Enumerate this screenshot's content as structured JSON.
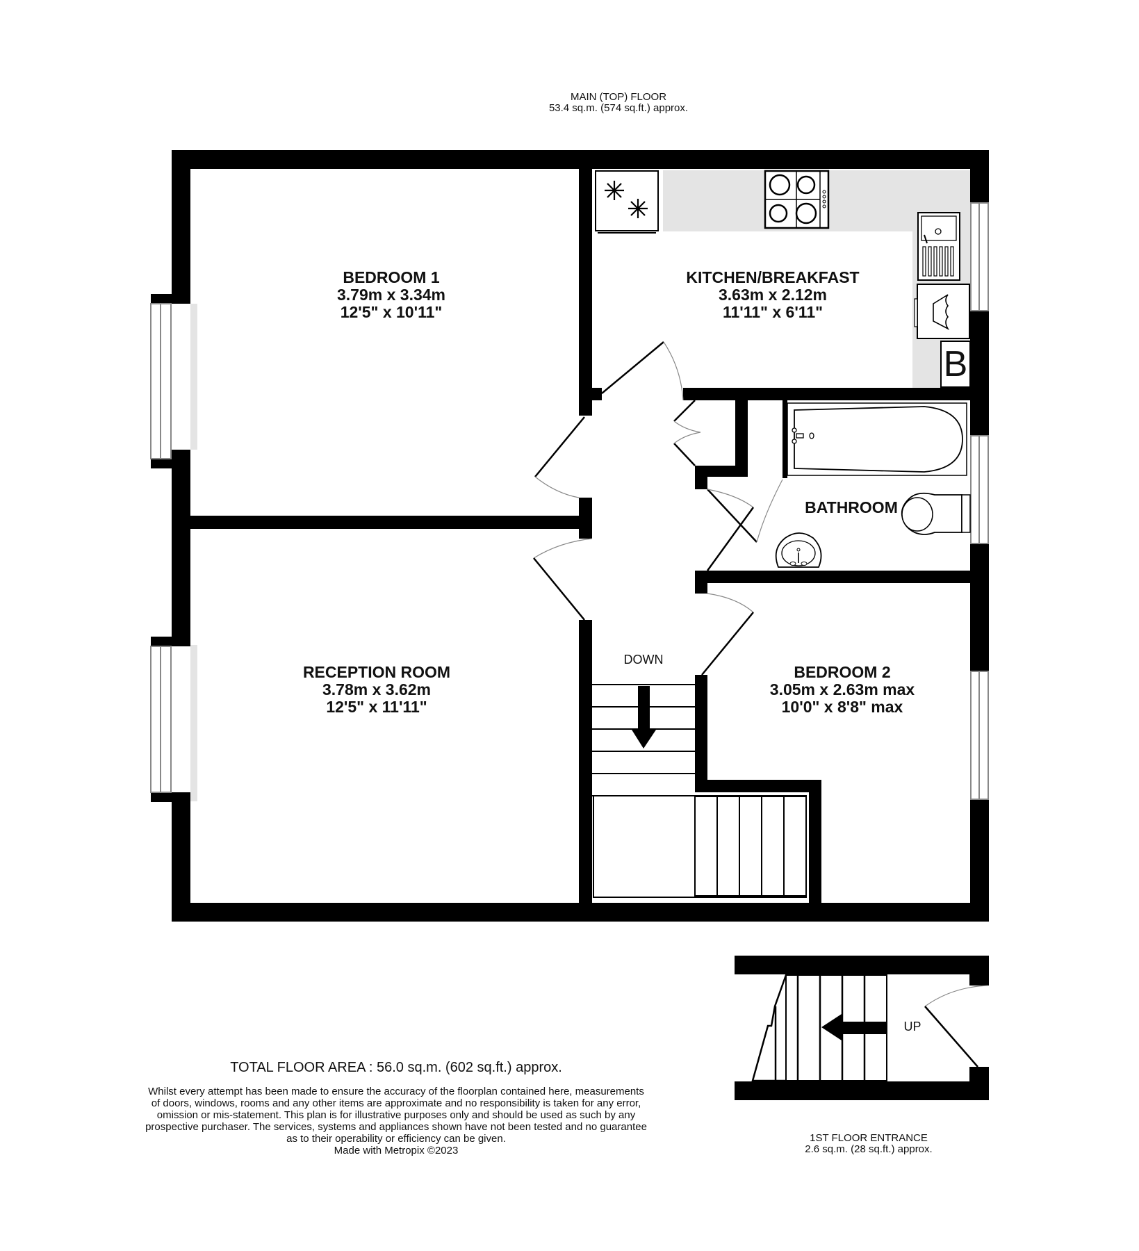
{
  "main_floor": {
    "title": "MAIN (TOP) FLOOR",
    "area": "53.4 sq.m. (574 sq.ft.) approx."
  },
  "rooms": {
    "bedroom1": {
      "name": "BEDROOM 1",
      "metric": "3.79m  x 3.34m",
      "imperial": "12'5\"  x 10'11\""
    },
    "kitchen": {
      "name": "KITCHEN/BREAKFAST",
      "metric": "3.63m  x 2.12m",
      "imperial": "11'11\"  x 6'11\""
    },
    "bathroom": {
      "name": "BATHROOM"
    },
    "reception": {
      "name": "RECEPTION ROOM",
      "metric": "3.78m  x 3.62m",
      "imperial": "12'5\"  x 11'11\""
    },
    "bedroom2": {
      "name": "BEDROOM 2",
      "metric": "3.05m  x 2.63m max",
      "imperial": "10'0\"  x 8'8\" max"
    }
  },
  "stairs": {
    "main_label": "DOWN",
    "entrance_label": "UP"
  },
  "fixtures": {
    "boiler_label": "B",
    "icons": [
      "fridge-freezer-icon",
      "hob-icon",
      "sink-icon",
      "washing-machine-icon",
      "boiler-icon",
      "bath-icon",
      "toilet-icon",
      "basin-icon"
    ]
  },
  "entrance_floor": {
    "title": "1ST FLOOR ENTRANCE",
    "area": "2.6 sq.m. (28 sq.ft.) approx."
  },
  "footer": {
    "total_area": "TOTAL FLOOR AREA : 56.0 sq.m. (602 sq.ft.) approx.",
    "disclaimer_lines": [
      "Whilst every attempt has been made to ensure the accuracy of the floorplan contained here, measurements",
      "of doors, windows, rooms and any other items are approximate and no responsibility is taken for any error,",
      "omission or mis-statement. This plan is for illustrative purposes only and should be used as such by any",
      "prospective purchaser. The services, systems and appliances shown have not been tested and no guarantee",
      "as to their operability or efficiency can be given."
    ],
    "credit": "Made with Metropix ©2023"
  },
  "colors": {
    "wall": "#000000",
    "counter": "#e4e4e4",
    "window_frame": "#888888",
    "background": "#ffffff"
  }
}
